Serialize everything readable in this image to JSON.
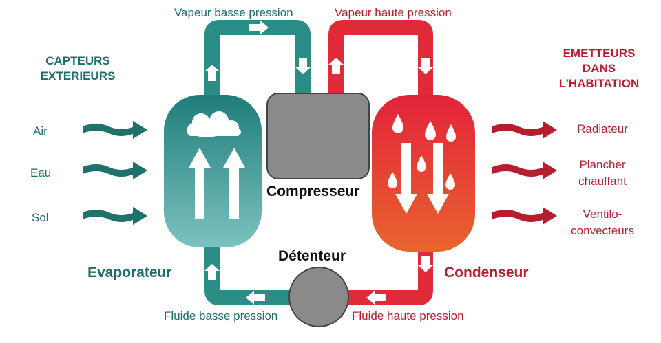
{
  "labels": {
    "vapeur_basse": "Vapeur basse pression",
    "vapeur_haute": "Vapeur haute pression",
    "fluide_basse": "Fluide basse pression",
    "fluide_haute": "Fluide haute pression",
    "compresseur": "Compresseur",
    "detenteur": "Détenteur",
    "evaporateur": "Evaporateur",
    "condenseur": "Condenseur"
  },
  "left": {
    "heading_line1": "CAPTEURS",
    "heading_line2": "EXTERIEURS",
    "sources": [
      "Air",
      "Eau",
      "Sol"
    ]
  },
  "right": {
    "heading_line1": "EMETTEURS",
    "heading_line2": "DANS",
    "heading_line3": "L’HABITATION",
    "emitters": [
      {
        "line1": "Radiateur",
        "line2": ""
      },
      {
        "line1": "Plancher",
        "line2": "chauffant"
      },
      {
        "line1": "Ventilo-",
        "line2": "convecteurs"
      }
    ]
  },
  "colors": {
    "teal": "#2a8d86",
    "teal_dark": "#1e6f6a",
    "red": "#e02a37",
    "red_dark": "#b71e2d",
    "grey": "#8a8a8a"
  }
}
